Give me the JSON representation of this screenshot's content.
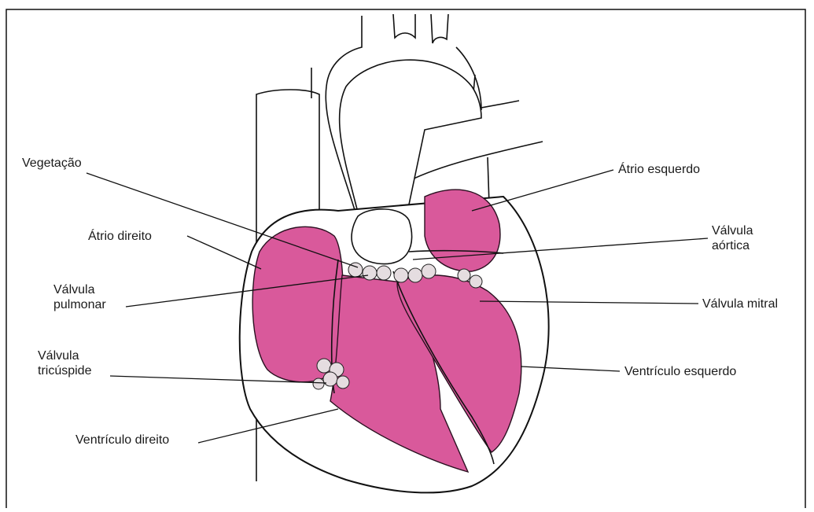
{
  "colors": {
    "chamber_fill": "#d9599b",
    "outline": "#111111",
    "background": "#ffffff"
  },
  "labels": {
    "vegetacao": "Vegetação",
    "atrio_direito": "Átrio direito",
    "valvula_pulmonar": "Válvula\npulmonar",
    "valvula_tricuspide": "Válvula\ntricúspide",
    "ventriculo_direito": "Ventrículo direito",
    "atrio_esquerdo": "Átrio esquerdo",
    "valvula_aortica": "Válvula\naórtica",
    "valvula_mitral": "Válvula mitral",
    "ventriculo_esquerdo": "Ventrículo esquerdo"
  }
}
